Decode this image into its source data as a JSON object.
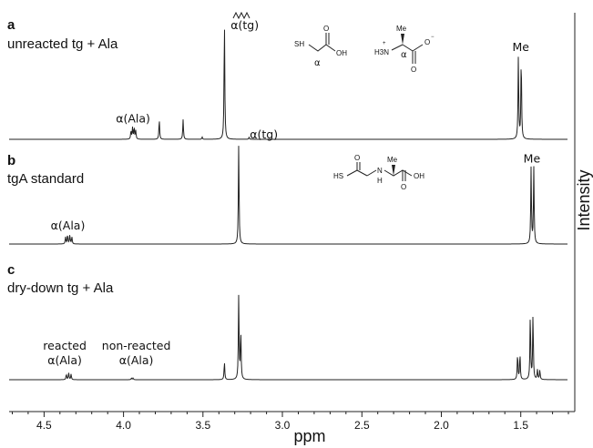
{
  "chart_data": {
    "type": "line",
    "xlabel": "ppm",
    "ylabel": "Intensity",
    "xlim": [
      4.72,
      1.16
    ],
    "x_reversed": true,
    "x_ticks": [
      4.5,
      4.0,
      3.5,
      3.0,
      2.5,
      2.0,
      1.5
    ],
    "x_tick_labels": [
      "4.5",
      "4.0",
      "3.5",
      "3.0",
      "2.5",
      "2.0",
      "1.5"
    ],
    "grid": false,
    "panels": [
      {
        "letter": "a",
        "title": "unreacted tg + Ala",
        "peaks": [
          {
            "ppm": 3.953,
            "rel_height": 0.075
          },
          {
            "ppm": 3.943,
            "rel_height": 0.1
          },
          {
            "ppm": 3.933,
            "rel_height": 0.1
          },
          {
            "ppm": 3.923,
            "rel_height": 0.075
          },
          {
            "ppm": 3.775,
            "rel_height": 0.175
          },
          {
            "ppm": 3.625,
            "rel_height": 0.175
          },
          {
            "ppm": 3.505,
            "rel_height": 0.02
          },
          {
            "ppm": 3.365,
            "rel_height": 1.05
          },
          {
            "ppm": 3.21,
            "rel_height": 0.018
          },
          {
            "ppm": 1.515,
            "rel_height": 0.73
          },
          {
            "ppm": 1.497,
            "rel_height": 0.73
          }
        ],
        "labels": [
          {
            "text": "α(Ala)",
            "ppm": 3.94,
            "peak_rel": 0.1
          },
          {
            "text": "α(tg)",
            "ppm": 3.34,
            "peak_rel": 0.95
          },
          {
            "text": "Me",
            "ppm": 1.5,
            "peak_rel": 0.73
          }
        ]
      },
      {
        "letter": "b",
        "title": "tgA standard",
        "peaks": [
          {
            "ppm": 4.365,
            "rel_height": 0.07
          },
          {
            "ppm": 4.352,
            "rel_height": 0.09
          },
          {
            "ppm": 4.338,
            "rel_height": 0.09
          },
          {
            "ppm": 4.325,
            "rel_height": 0.07
          },
          {
            "ppm": 3.275,
            "rel_height": 1.0
          },
          {
            "ppm": 1.435,
            "rel_height": 0.76
          },
          {
            "ppm": 1.418,
            "rel_height": 0.76
          }
        ],
        "labels": [
          {
            "text": "α(Ala)",
            "ppm": 4.35,
            "peak_rel": 0.09
          },
          {
            "text": "α(tg)",
            "ppm": 3.22,
            "peak_rel": 1.0
          },
          {
            "text": "Me",
            "ppm": 1.43,
            "peak_rel": 0.76
          }
        ]
      },
      {
        "letter": "c",
        "title": "dry-down tg + Ala",
        "peaks": [
          {
            "ppm": 4.36,
            "rel_height": 0.04
          },
          {
            "ppm": 4.345,
            "rel_height": 0.05
          },
          {
            "ppm": 4.33,
            "rel_height": 0.04
          },
          {
            "ppm": 3.95,
            "rel_height": 0.012
          },
          {
            "ppm": 3.94,
            "rel_height": 0.012
          },
          {
            "ppm": 3.365,
            "rel_height": 0.13
          },
          {
            "ppm": 3.275,
            "rel_height": 0.62
          },
          {
            "ppm": 3.262,
            "rel_height": 0.35
          },
          {
            "ppm": 1.52,
            "rel_height": 0.19
          },
          {
            "ppm": 1.505,
            "rel_height": 0.19
          },
          {
            "ppm": 1.44,
            "rel_height": 0.48
          },
          {
            "ppm": 1.423,
            "rel_height": 0.48
          },
          {
            "ppm": 1.395,
            "rel_height": 0.07
          },
          {
            "ppm": 1.38,
            "rel_height": 0.07
          }
        ],
        "labels": [
          {
            "text": "reacted",
            "ppm": 4.37,
            "line": 0
          },
          {
            "text": "α(Ala)",
            "ppm": 4.37,
            "line": 1
          },
          {
            "text": "non-reacted",
            "ppm": 3.92,
            "line": 0
          },
          {
            "text": "α(Ala)",
            "ppm": 3.92,
            "line": 1
          }
        ]
      }
    ],
    "structures": {
      "thioglycolic": {
        "sh": "SH",
        "oh": "OH",
        "o": "O",
        "alpha": "α"
      },
      "alanine": {
        "me": "Me",
        "n": "H3N",
        "plus": "+",
        "alpha": "α",
        "o": "O",
        "o_minus": "O",
        "minus": "−"
      },
      "tga": {
        "sh": "HS",
        "o1": "O",
        "n": "N",
        "h": "H",
        "me": "Me",
        "o2": "O",
        "oh": "OH"
      }
    }
  }
}
